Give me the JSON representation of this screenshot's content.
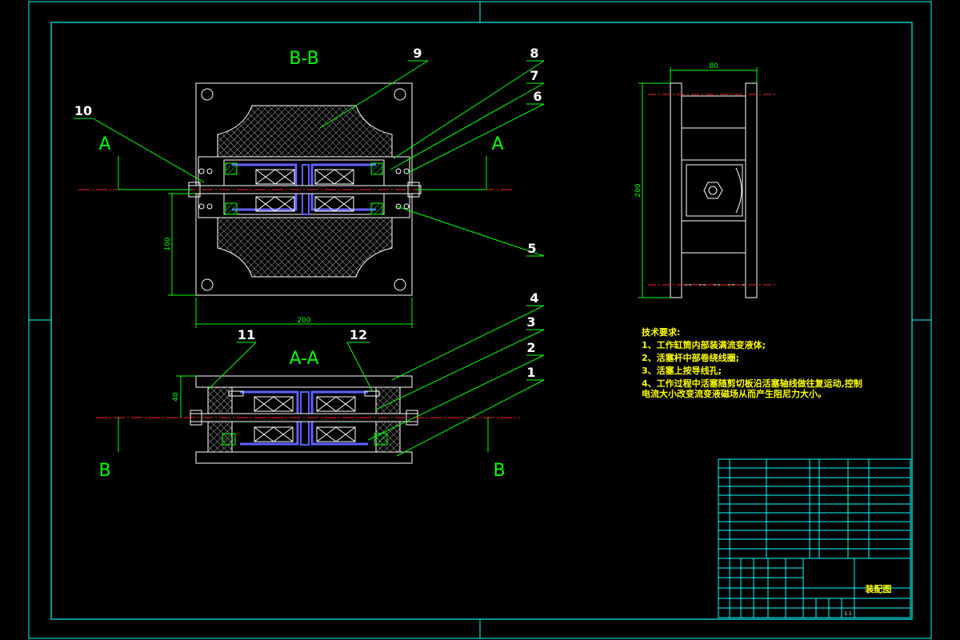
{
  "views": {
    "section_bb": "B-B",
    "section_aa": "A-A",
    "cut_a": "A",
    "cut_b": "B"
  },
  "balloons": [
    "1",
    "2",
    "3",
    "4",
    "5",
    "6",
    "7",
    "8",
    "9",
    "10",
    "11",
    "12"
  ],
  "dimensions": {
    "top_width": "200",
    "top_height": "100",
    "side_width": "80",
    "side_height": "200",
    "front_height": "40"
  },
  "tech_requirements": {
    "title": "技术要求:",
    "items": [
      "1、工作缸筒内部装满流变液体;",
      "2、活塞杆中部卷绕线圈;",
      "3、活塞上按导线孔;",
      "4、工作过程中活塞随剪切板沿活塞轴线做往复运动,控制"
    ],
    "continuation": "电流大小改变流变液磁场从而产生阻尼力大小。"
  },
  "title_block": {
    "drawing_title": "装配图",
    "scale": "1:1"
  },
  "colors": {
    "frame": "#00ffff",
    "outline": "#ffffff",
    "leader": "#00ff00",
    "centerline": "#ff2020",
    "text": "#ffff00"
  }
}
